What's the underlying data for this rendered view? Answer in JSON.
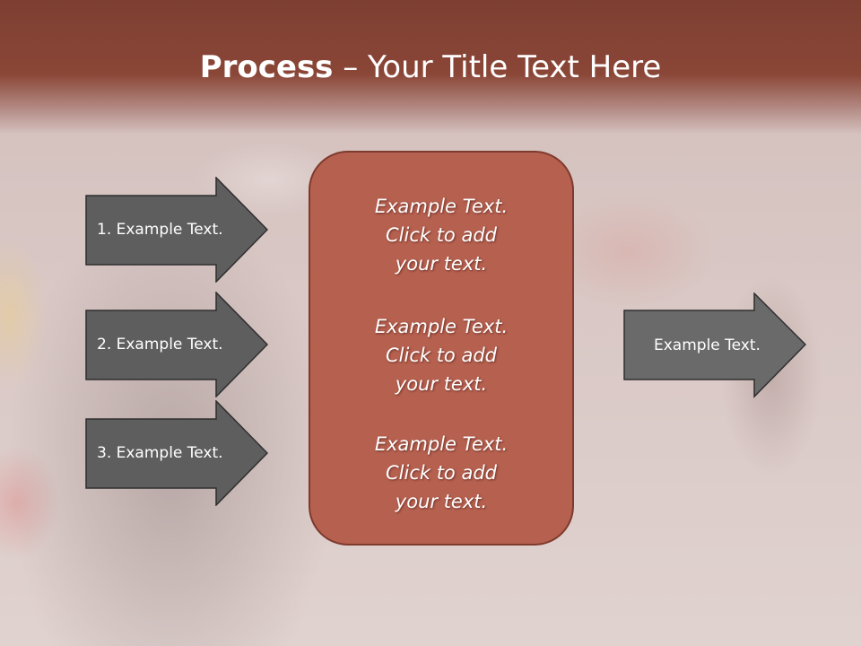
{
  "slide": {
    "title_bold": "Process",
    "title_rest": " – Your Title Text Here",
    "left_arrows": [
      {
        "label": "1. Example Text."
      },
      {
        "label": "2. Example Text."
      },
      {
        "label": "3. Example Text."
      }
    ],
    "panel_items": [
      {
        "line1": "Example Text.",
        "line2": "Click  to add",
        "line3": "your text."
      },
      {
        "line1": "Example Text.",
        "line2": "Click  to add",
        "line3": "your text."
      },
      {
        "line1": "Example Text.",
        "line2": "Click  to add",
        "line3": "your text."
      }
    ],
    "right_arrow": {
      "label": "Example Text."
    },
    "colors": {
      "title_band": "#8a4637",
      "panel_fill": "#b6604f",
      "panel_border": "#7e3a2d",
      "arrow_fill": "#5e5e5e"
    }
  }
}
